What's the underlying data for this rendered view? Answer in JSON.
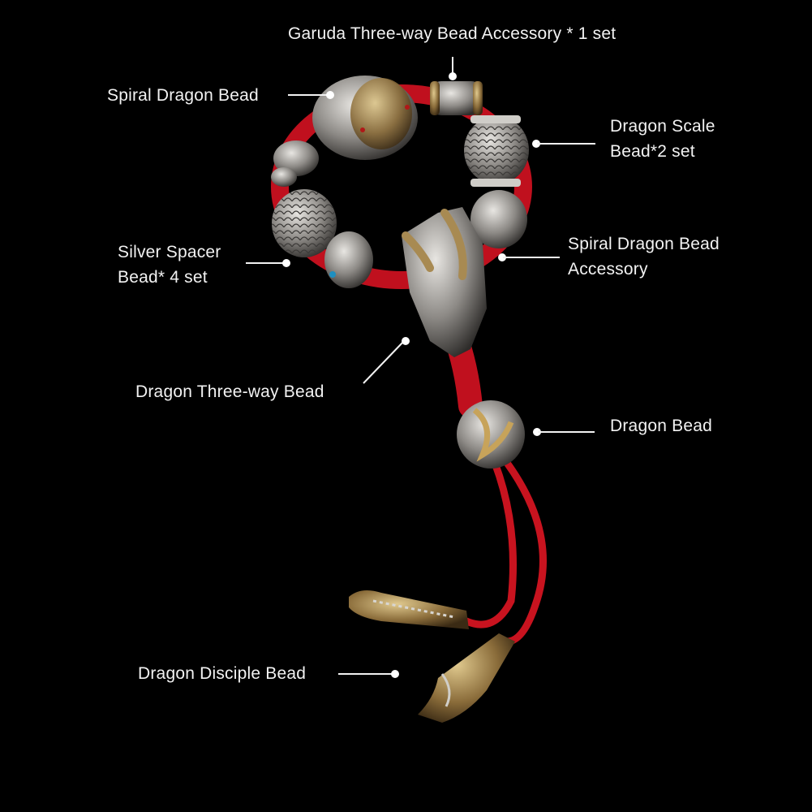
{
  "image": {
    "description": "Dragon bracelet product diagram with labeled components on black background",
    "background": "#000000",
    "colors": {
      "cord_red": "#c0101e",
      "silver": "#b8b6b2",
      "bronze": "#a88a52",
      "label_text": "#f2f2f2"
    }
  },
  "labels": {
    "garuda": "Garuda Three-way Bead Accessory * 1 set",
    "spiral_dragon": "Spiral Dragon Bead",
    "dragon_scale_line1": "Dragon Scale",
    "dragon_scale_line2": "Bead*2 set",
    "silver_spacer_line1": "Silver Spacer",
    "silver_spacer_line2": "Bead* 4 set",
    "spiral_accessory_line1": "Spiral Dragon Bead",
    "spiral_accessory_line2": "Accessory",
    "three_way": "Dragon Three-way Bead",
    "dragon_bead": "Dragon Bead",
    "disciple": "Dragon Disciple Bead"
  }
}
